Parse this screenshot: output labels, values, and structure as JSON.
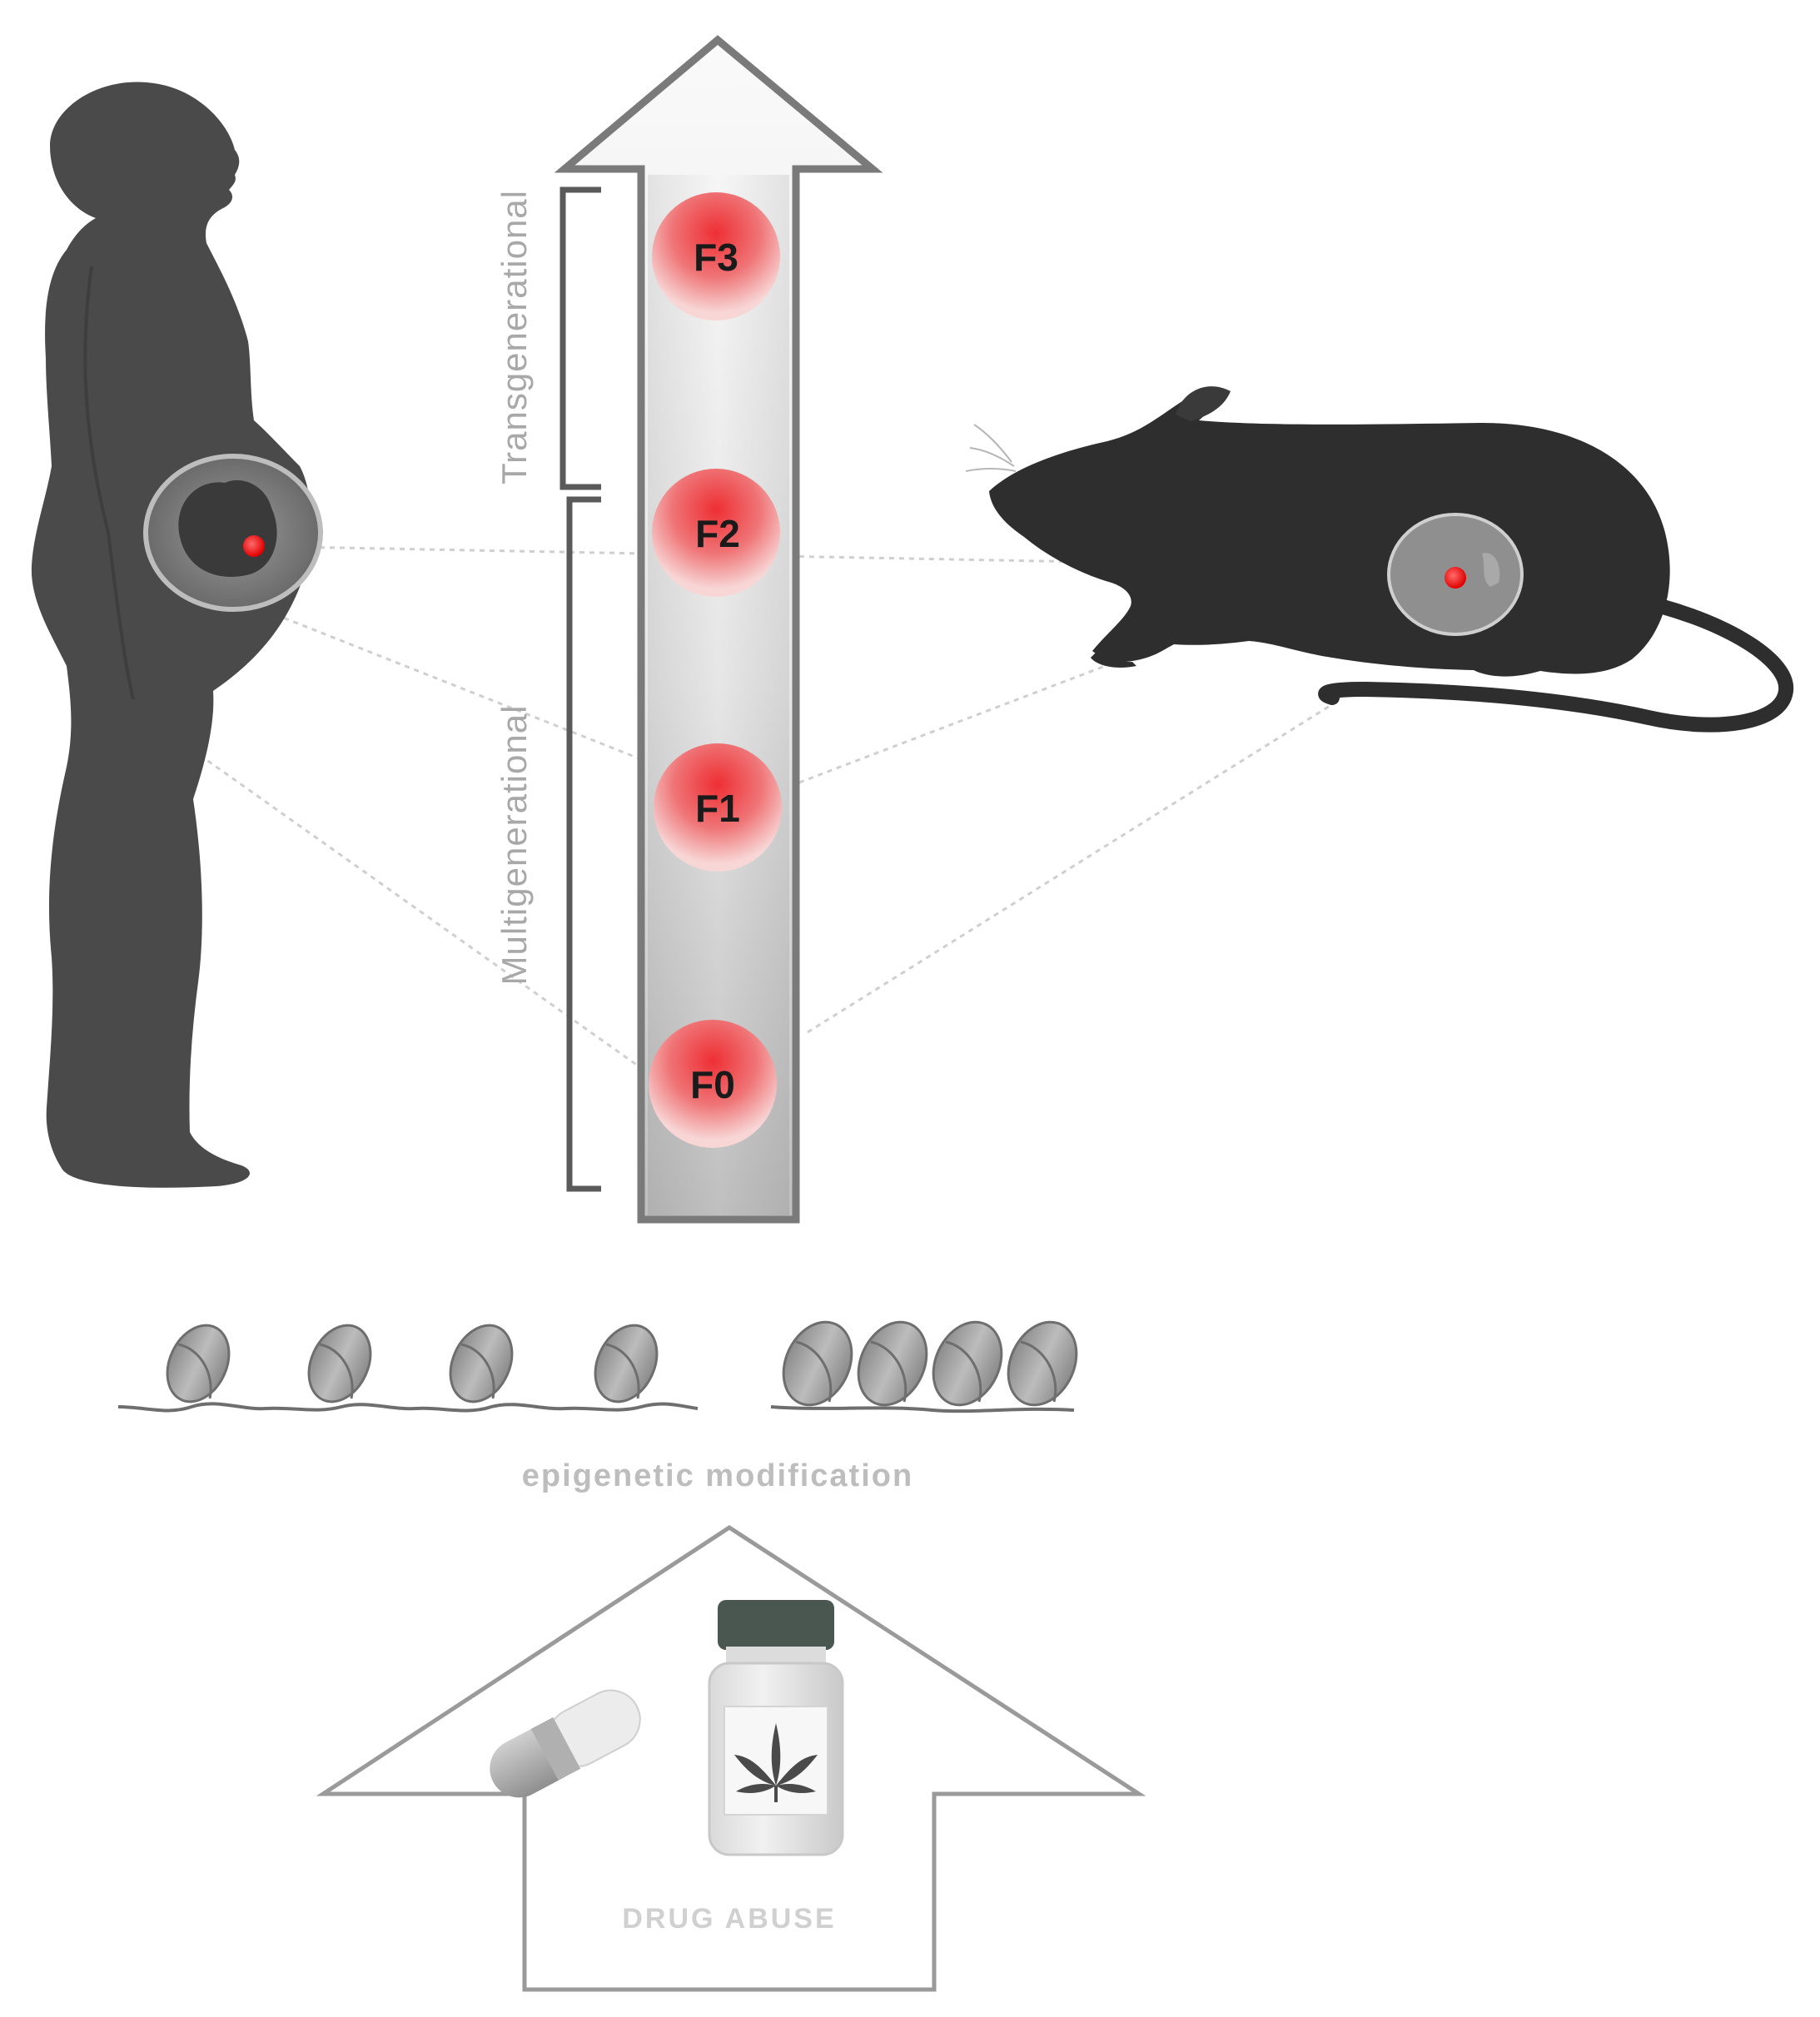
{
  "generations": [
    {
      "id": "F3",
      "label": "F3"
    },
    {
      "id": "F2",
      "label": "F2"
    },
    {
      "id": "F1",
      "label": "F1"
    },
    {
      "id": "F0",
      "label": "F0"
    }
  ],
  "brackets": {
    "transgenerational": "Transgenerational",
    "multigenerational": "Multigenerational"
  },
  "caption": "epigenetic modification",
  "drug_label": "DRUG ABUSE",
  "colors": {
    "silhouette": "#4a4a4a",
    "mouse": "#2e2e2e",
    "node_red": "#e8282c",
    "arrow_outline": "#7a7a7a",
    "text_gray": "#a8a8a8"
  }
}
